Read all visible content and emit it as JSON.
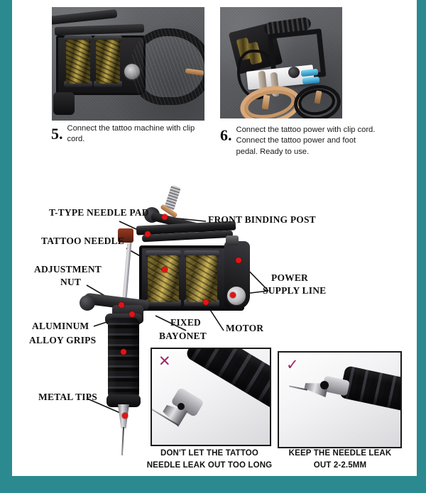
{
  "theme": {
    "frame_color": "#2b8a8f",
    "background": "#ffffff",
    "callout_dot_color": "#e11414",
    "mark_color": "#9c2a63",
    "text_color": "#111111"
  },
  "steps": [
    {
      "number": "5.",
      "text": "Connect the tattoo machine with clip cord.",
      "photo_name": "tattoo-machine-with-clip-cord-photo"
    },
    {
      "number": "6.",
      "text": "Connect the tattoo power with clip cord. Connect the tattoo power and foot pedal. Ready to use.",
      "photo_name": "tattoo-power-supply-and-foot-pedal-photo"
    }
  ],
  "diagram": {
    "title": "tattoo machine parts callout diagram",
    "labels": [
      {
        "id": "t-type-needle-pad",
        "text": "T-TYPE NEEDLE PAD"
      },
      {
        "id": "front-binding-post",
        "text": "FRONT BINDING POST"
      },
      {
        "id": "tattoo-needle",
        "text": "TATTOO NEEDLE"
      },
      {
        "id": "adjustment-nut",
        "text": "ADJUSTMENT\nNUT"
      },
      {
        "id": "adjustment-nut-line1",
        "text": "ADJUSTMENT"
      },
      {
        "id": "adjustment-nut-line2",
        "text": "NUT"
      },
      {
        "id": "power-supply-line-1",
        "text": "POWER"
      },
      {
        "id": "power-supply-line-2",
        "text": "SUPPLY LINE"
      },
      {
        "id": "aluminum-alloy-grips-1",
        "text": "ALUMINUM"
      },
      {
        "id": "aluminum-alloy-grips-2",
        "text": "ALLOY GRIPS"
      },
      {
        "id": "fixed-bayonet-1",
        "text": "FIXED"
      },
      {
        "id": "fixed-bayonet-2",
        "text": "BAYONET"
      },
      {
        "id": "motor",
        "text": "MOTOR"
      },
      {
        "id": "metal-tips",
        "text": "METAL TIPS"
      }
    ]
  },
  "comparison": [
    {
      "id": "incorrect",
      "mark": "✕",
      "caption": "DON'T LET THE TATTOO NEEDLE LEAK OUT TOO LONG"
    },
    {
      "id": "correct",
      "mark": "✓",
      "caption": "KEEP THE NEEDLE LEAK OUT 2-2.5MM"
    }
  ]
}
